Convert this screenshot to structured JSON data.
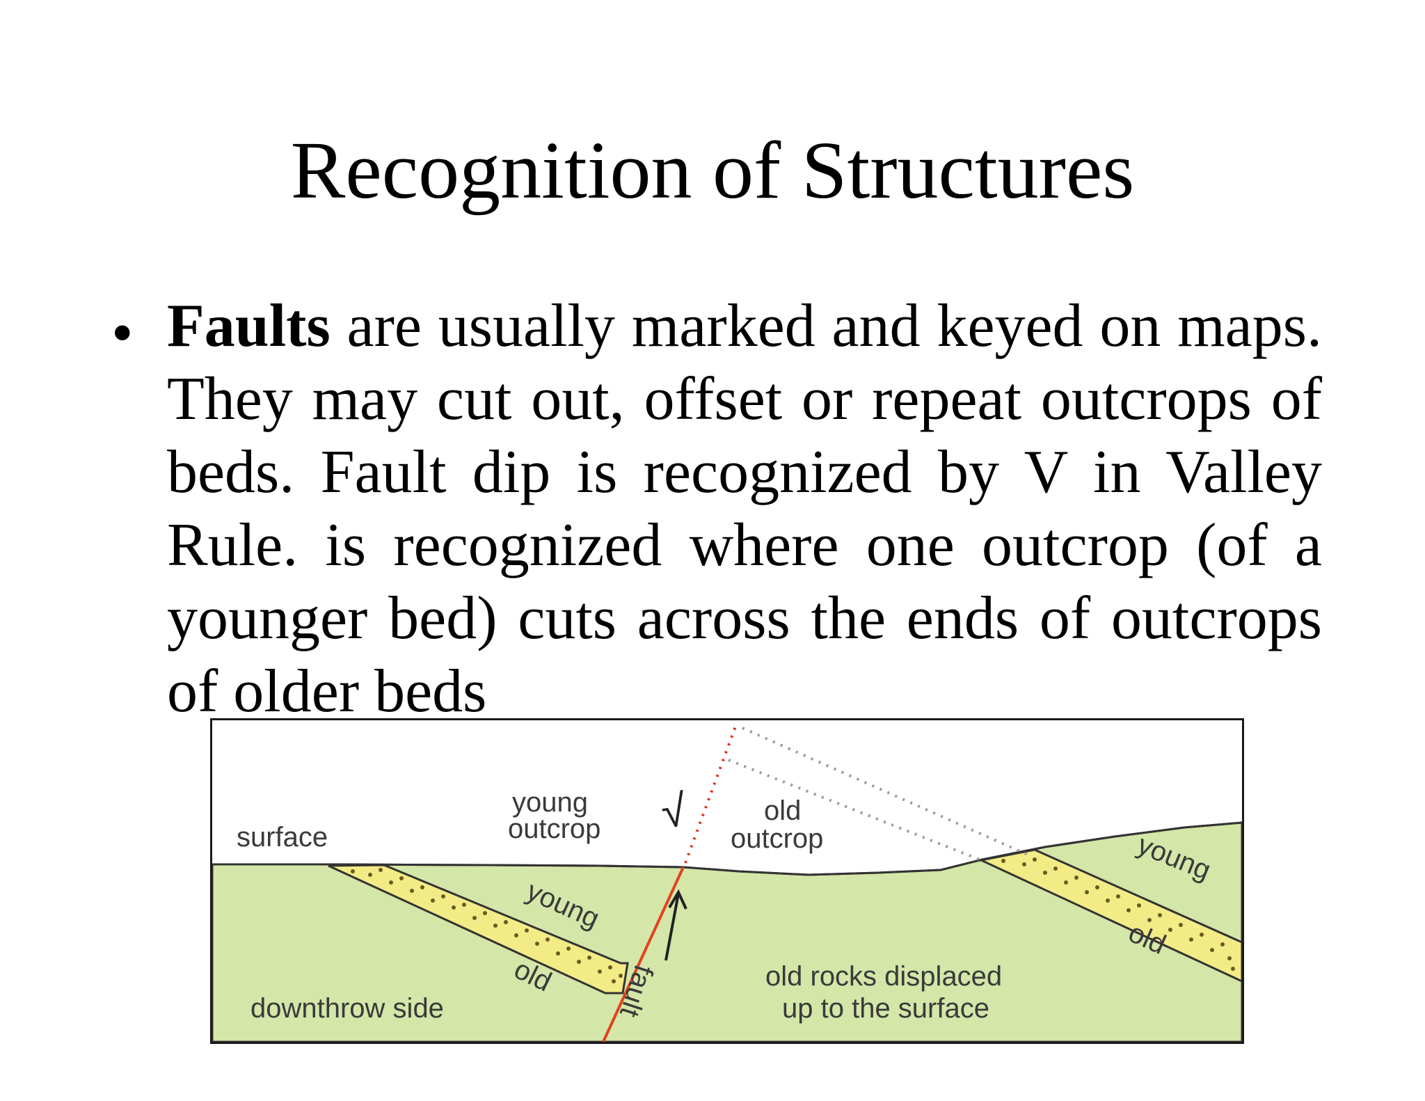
{
  "slide": {
    "title": "Recognition of Structures",
    "bullet_symbol": "•",
    "bullet_bold": "Faults",
    "bullet_text": " are usually marked and keyed on maps. They may cut out, offset or repeat outcrops of beds. Fault dip is recognized by V in Valley Rule. is recognized where one outcrop (of a younger bed) cuts across the ends of outcrops of older beds"
  },
  "diagram": {
    "labels": {
      "surface": "surface",
      "young_outcrop_line1": "young",
      "young_outcrop_line2": "outcrop",
      "old_outcrop_line1": "old",
      "old_outcrop_line2": "outcrop",
      "young_left": "young",
      "old_left": "old",
      "downthrow": "downthrow side",
      "fault": "fault",
      "displaced_line1": "old rocks displaced",
      "displaced_line2": "up to the surface",
      "young_right": "young",
      "old_right": "old",
      "check_mark": "√"
    },
    "colors": {
      "ground": "#d4e6a8",
      "bed": "#f3eb86",
      "fault_line": "#e0431f",
      "frame": "#1a1a1a",
      "dotted_red": "#d8322a",
      "dotted_grey": "#9a9a9a"
    }
  }
}
